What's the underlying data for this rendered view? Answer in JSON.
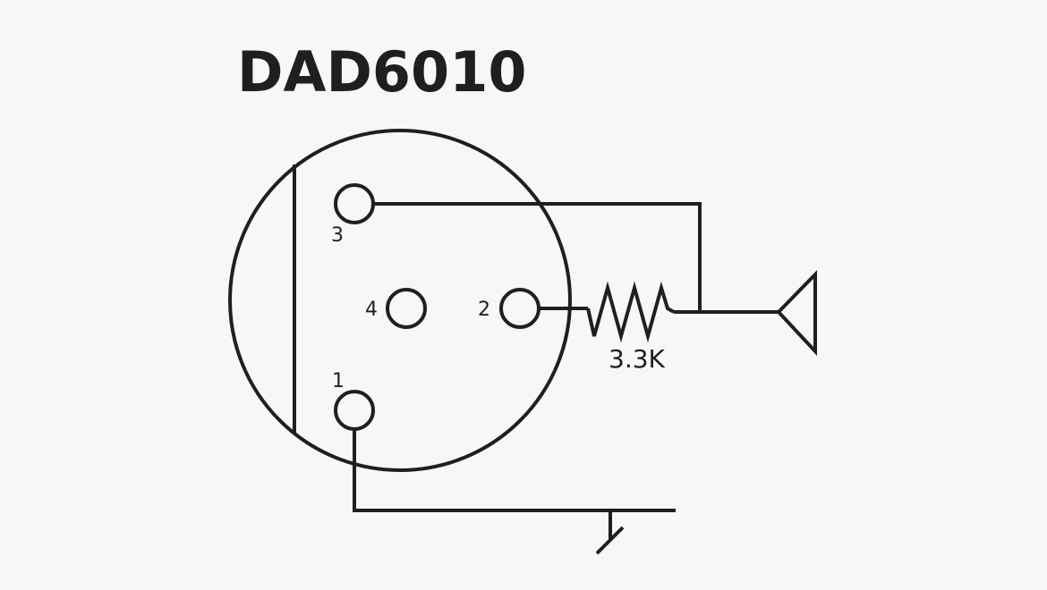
{
  "title": "DAD6010",
  "pins": [
    {
      "number": "3",
      "label": "3"
    },
    {
      "number": "4",
      "label": "4"
    },
    {
      "number": "2",
      "label": "2"
    },
    {
      "number": "1",
      "label": "1"
    }
  ],
  "resistor": {
    "value_label": "3.3K"
  },
  "colors": {
    "background": "#f7f7f7",
    "ink": "#1f1f1f"
  }
}
